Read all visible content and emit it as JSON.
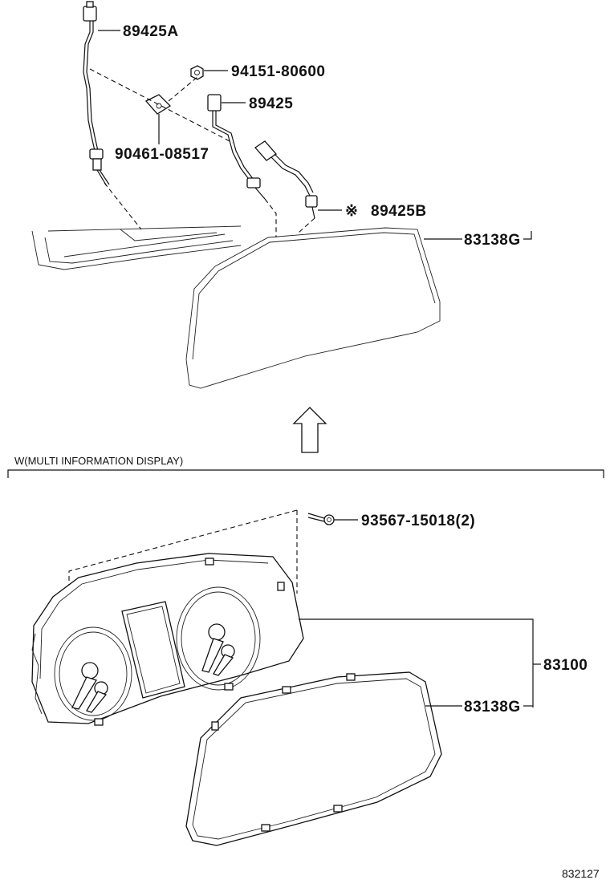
{
  "top": {
    "labels": {
      "sensor_a": "89425A",
      "nut": "94151-80600",
      "sensor": "89425",
      "clamp": "90461-08517",
      "sensor_b": "89425B",
      "sensor_b_mark": "※",
      "cover": "83138G"
    }
  },
  "section": {
    "title": "W(MULTI INFORMATION DISPLAY)"
  },
  "bottom": {
    "labels": {
      "screw": "93567-15018(2)",
      "meter_assy": "83100",
      "cover": "83138G"
    }
  },
  "diagram_code": "832127"
}
